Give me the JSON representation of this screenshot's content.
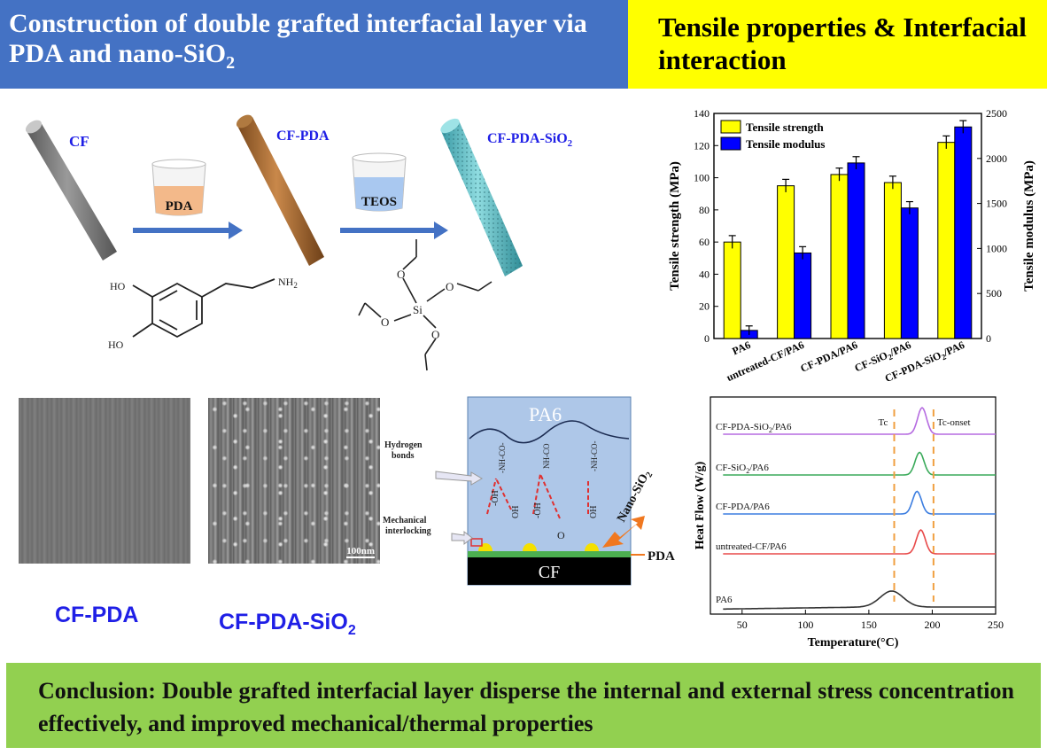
{
  "header": {
    "left_title_line1": "Construction of double grafted interfacial layer via",
    "left_title_line2_prefix": "PDA and nano-SiO",
    "left_title_line2_sub": "2",
    "right_title_line1": "Tensile properties & Interfacial",
    "right_title_line2": "interaction"
  },
  "scheme": {
    "fiber1_label": "CF",
    "fiber2_label": "CF-PDA",
    "fiber3_label_prefix": "CF-PDA-SiO",
    "fiber3_label_sub": "2",
    "beaker1_label": "PDA",
    "beaker2_label": "TEOS",
    "dopamine_ho_top": "HO",
    "dopamine_ho_bottom": "HO",
    "dopamine_nh2": "NH",
    "dopamine_nh2_sub": "2",
    "teos_si": "Si",
    "teos_o": "O"
  },
  "sem": {
    "label1": "CF-PDA",
    "label2_prefix": "CF-PDA-SiO",
    "label2_sub": "2",
    "scale_bar": "100nm"
  },
  "interface": {
    "matrix_label": "PA6",
    "fiber_label": "CF",
    "pda_label": "PDA",
    "nano_label": "Nano-SiO",
    "nano_label_sub": "2",
    "hbond_label_line1": "Hydrogen",
    "hbond_label_line2": "bonds",
    "mech_label_line1": "Mechanical",
    "mech_label_line2": "interlocking",
    "groups": [
      "-OH",
      "OH",
      "-OH",
      "O",
      "OH"
    ],
    "amide_groups": [
      "-NH-CO-",
      "NH-CO",
      "-NH-CO-"
    ]
  },
  "conclusion": {
    "text": "Conclusion: Double grafted interfacial layer disperse the internal and external stress concentration effectively, and improved mechanical/thermal properties"
  },
  "chart_data": [
    {
      "type": "bar",
      "categories": [
        "PA6",
        "untreated-CF/PA6",
        "CF-PDA/PA6",
        "CF-SiO2/PA6",
        "CF-PDA-SiO2/PA6"
      ],
      "category_labels": [
        {
          "text": "PA6",
          "sub": "",
          "tail": ""
        },
        {
          "text": "untreated-CF/PA6",
          "sub": "",
          "tail": ""
        },
        {
          "text": "CF-PDA/PA6",
          "sub": "",
          "tail": ""
        },
        {
          "text": "CF-SiO",
          "sub": "2",
          "tail": "/PA6"
        },
        {
          "text": "CF-PDA-SiO",
          "sub": "2",
          "tail": "/PA6"
        }
      ],
      "series": [
        {
          "name": "Tensile strength",
          "axis": "left",
          "color": "#ffff00",
          "values": [
            60,
            95,
            102,
            97,
            122
          ],
          "errors": [
            4,
            4,
            4,
            4,
            4
          ]
        },
        {
          "name": "Tensile modulus",
          "axis": "right",
          "color": "#0000ff",
          "values": [
            90,
            950,
            1950,
            1450,
            2350
          ],
          "errors": [
            50,
            70,
            70,
            70,
            70
          ]
        }
      ],
      "ylabel": "Tensile strength (MPa)",
      "ylabel_right": "Tensile modulus (MPa)",
      "ylim": [
        0,
        140
      ],
      "ylim_right": [
        0,
        2500
      ],
      "yticks": [
        0,
        20,
        40,
        60,
        80,
        100,
        120,
        140
      ],
      "yticks_right": [
        0,
        500,
        1000,
        1500,
        2000,
        2500
      ],
      "legend_position": "top-left",
      "grid": false
    },
    {
      "type": "line",
      "xlabel": "Temperature(°C)",
      "ylabel": "Heat Flow (W/g)",
      "xlim": [
        25,
        250
      ],
      "xticks": [
        50,
        100,
        150,
        200,
        250
      ],
      "series": [
        {
          "name": "CF-PDA-SiO2/PA6",
          "label_prefix": "CF-PDA-SiO",
          "label_sub": "2",
          "label_tail": "/PA6",
          "color": "#b56be0",
          "peak_x": 192,
          "peak_height": 1.0
        },
        {
          "name": "CF-SiO2/PA6",
          "label_prefix": "CF-SiO",
          "label_sub": "2",
          "label_tail": "/PA6",
          "color": "#3aaa5a",
          "peak_x": 190,
          "peak_height": 0.85
        },
        {
          "name": "CF-PDA/PA6",
          "label_prefix": "CF-PDA/PA6",
          "label_sub": "",
          "label_tail": "",
          "color": "#3b7de0",
          "peak_x": 188,
          "peak_height": 0.85
        },
        {
          "name": "untreated-CF/PA6",
          "label_prefix": "untreated-CF/PA6",
          "label_sub": "",
          "label_tail": "",
          "color": "#e84a4a",
          "peak_x": 191,
          "peak_height": 0.9
        },
        {
          "name": "PA6",
          "label_prefix": "PA6",
          "label_sub": "",
          "label_tail": "",
          "color": "#333333",
          "peak_x": 168,
          "peak_height": 0.6
        }
      ],
      "annotations": [
        {
          "text": "Tc",
          "x": 170
        },
        {
          "text": "Tc-onset",
          "x": 201
        }
      ],
      "grid": false
    }
  ]
}
